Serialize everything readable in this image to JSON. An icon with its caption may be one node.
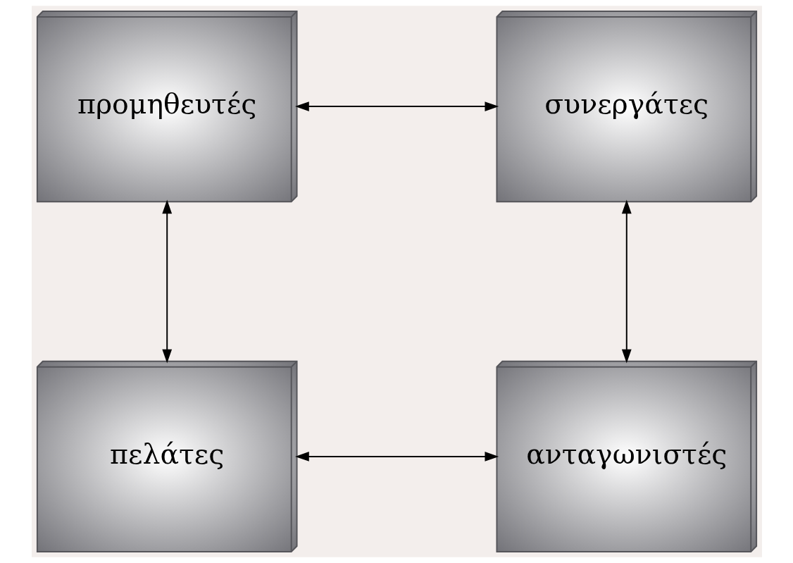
{
  "diagram": {
    "nodes": [
      {
        "text": [
          "προμηθευτές"
        ]
      },
      {
        "text": [
          "συνεργάτες"
        ]
      },
      {
        "text": [
          "πελάτες"
        ]
      },
      {
        "text": [
          "ανταγωνιστές"
        ]
      }
    ],
    "edges": [
      {
        "from": 0,
        "to": 1,
        "arrow": "both"
      },
      {
        "from": 0,
        "to": 2,
        "arrow": "both"
      },
      {
        "from": 1,
        "to": 3,
        "arrow": "both"
      },
      {
        "from": 2,
        "to": 3,
        "arrow": "both"
      }
    ]
  }
}
